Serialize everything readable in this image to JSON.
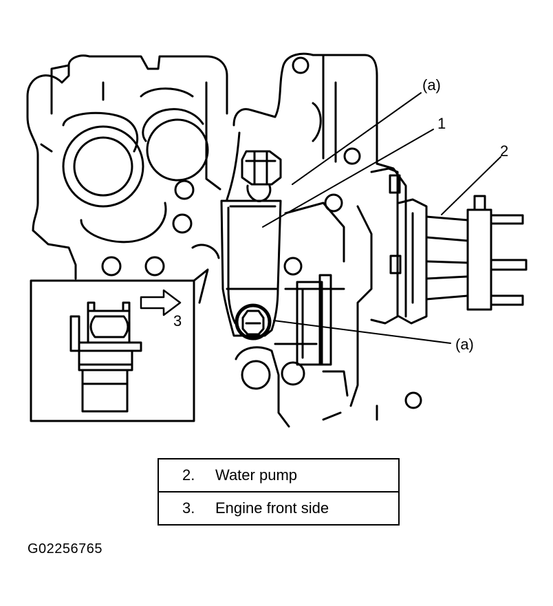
{
  "callouts": {
    "a_top": "(a)",
    "one": "1",
    "two": "2",
    "three": "3",
    "a_bottom": "(a)"
  },
  "legend": [
    {
      "num": "2.",
      "text": "Water pump"
    },
    {
      "num": "3.",
      "text": "Engine front side"
    }
  ],
  "figure_id": "G02256765"
}
